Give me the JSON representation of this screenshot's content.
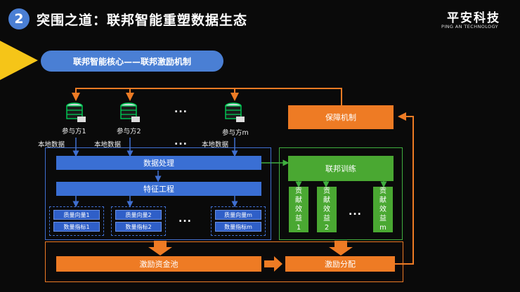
{
  "header": {
    "number": "2",
    "title": "突围之道：联邦智能重塑数据生态",
    "logo_cn": "平安科技",
    "logo_en": "PING AN TECHNOLOGY"
  },
  "section_pill": "联邦智能核心——联邦激励机制",
  "participants": [
    {
      "label": "参与方1",
      "data_label": "本地数据"
    },
    {
      "label": "参与方2",
      "data_label": "本地数据"
    },
    {
      "label": "参与方m",
      "data_label": "本地数据"
    }
  ],
  "ellipsis": "...",
  "processing": {
    "data_processing": "数据处理",
    "feature_engineering": "特征工程",
    "chips": [
      {
        "quality": "质量向量1",
        "quantity": "数量指标1"
      },
      {
        "quality": "质量向量2",
        "quantity": "数量指标2"
      },
      {
        "quality": "质量向量m",
        "quantity": "数量指标m"
      }
    ]
  },
  "guarantee": "保障机制",
  "federated_training": "联邦训练",
  "contributions": [
    "贡献效益1",
    "贡献效益2",
    "贡献效益m"
  ],
  "incentive_pool": "激励资金池",
  "incentive_distribution": "激励分配",
  "colors": {
    "blue": "#3a6fd4",
    "green": "#4aa832",
    "orange": "#ee7b24",
    "accent": "#f5c518"
  }
}
